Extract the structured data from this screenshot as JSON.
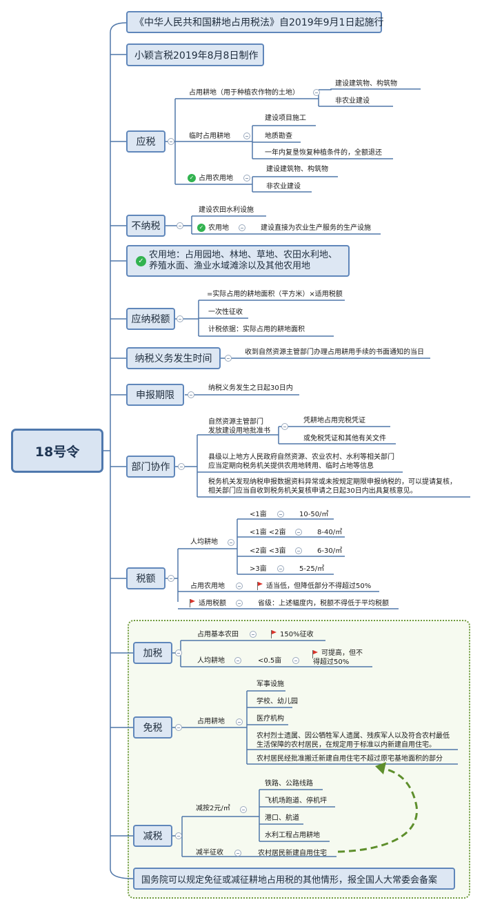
{
  "root": "18号令",
  "header": {
    "law": "《中华人民共和国耕地占用税法》自2019年9月1日起施行",
    "maker": "小颖言税2019年8月8日制作"
  },
  "yingshui": {
    "label": "应税",
    "gengdi": "占用耕地（用于种植农作物的土地）",
    "gengdi_items": [
      "建设建筑物、构筑物",
      "非农业建设"
    ],
    "linshi": "临时占用耕地",
    "linshi_items": [
      "建设项目施工",
      "地质勘查",
      "一年内复垦恢复种植条件的，全额退还"
    ],
    "nongyong": "占用农用地",
    "nongyong_items": [
      "建设建筑物、构筑物",
      "非农业建设"
    ]
  },
  "bunashui": {
    "label": "不纳税",
    "shuili": "建设农田水利设施",
    "nongyong": "农用地",
    "nongyong_item": "建设直接为农业生产服务的生产设施"
  },
  "nongyongdi": {
    "line1": "农用地：占用园地、林地、草地、农田水利地、",
    "line2": "养殖水面、渔业水域滩涂以及其他农用地"
  },
  "yingna": {
    "label": "应纳税额",
    "items": [
      "=实际占用的耕地面积（平方米）×适用税额",
      "一次性征收",
      "计税依据：实际占用的耕地面积"
    ]
  },
  "yiwu": {
    "label": "纳税义务发生时间",
    "text": "收到自然资源主管部门办理占用耕用手续的书面通知的当日"
  },
  "shenbao": {
    "label": "申报期限",
    "text": "纳税义务发生之日起30日内"
  },
  "bumen": {
    "label": "部门协作",
    "ziran_line1": "自然资源主管部门",
    "ziran_line2": "发放建设用地批准书",
    "ziran_items": [
      "凭耕地占用完税凭证",
      "或免税凭证和其他有关文件"
    ],
    "xian_line1": "县级以上地方人民政府自然资源、农业农村、水利等相关部门",
    "xian_line2": "应当定期向税务机关提供农用地转用、临时占地等信息",
    "shuiwu_line1": "税务机关发现纳税申报数据资料异常或未按规定期限申报纳税的，可以提请复核，",
    "shuiwu_line2": "相关部门应当自收到税务机关复核申请之日起30日内出具复核意见。"
  },
  "shuie": {
    "label": "税额",
    "renjun": "人均耕地",
    "rows": [
      {
        "range": "<1亩",
        "amount": "10-50/㎡"
      },
      {
        "range": "<1亩 <2亩",
        "amount": "8-40/㎡"
      },
      {
        "range": "<2亩 <3亩",
        "amount": "6-30/㎡"
      },
      {
        "range": ">3亩",
        "amount": "5-25/㎡"
      }
    ],
    "nongyong": "占用农用地",
    "nongyong_note": "适当低，但降低部分不得超过50%",
    "shiyong": "适用税额",
    "shiyong_note": "省级：上述幅度内，税额不得低于平均税额"
  },
  "jiashui": {
    "label": "加税",
    "jiben": "占用基本农田",
    "jiben_note": "150%征收",
    "renjun": "人均耕地",
    "lt05": "<0.5亩",
    "lt05_note_line1": "可提高，但不",
    "lt05_note_line2": "得超过50%"
  },
  "mianshui": {
    "label": "免税",
    "gengdi": "占用耕地",
    "items": [
      "军事设施",
      "学校、幼儿园",
      "医疗机构"
    ],
    "lieshi_line1": "农村烈士遗属、因公牺牲军人遗属、残疾军人以及符合农村最低",
    "lieshi_line2": "生活保障的农村居民，在规定用于标准以内新建自用住宅。",
    "banqian": "农村居民经批准搬迁新建自用住宅不超过原宅基地面积的部分"
  },
  "jianshui": {
    "label": "减税",
    "jian2": "减按2元/㎡",
    "jian2_items": [
      "铁路、公路线路",
      "飞机场跑道、停机坪",
      "港口、航道",
      "水利工程占用耕地"
    ],
    "jianban": "减半征收",
    "jianban_item": "农村居民新建自用住宅"
  },
  "guowuyuan": "国务院可以规定免征或减征耕地占用税的其他情形，报全国人大常委会备案",
  "colors": {
    "node_fill": "#dde7f3",
    "node_border": "#5f86ba",
    "line": "#4f76a8",
    "flag": "#d9342b",
    "check": "#32b350",
    "dashed_frame": "#6f9a3c"
  }
}
